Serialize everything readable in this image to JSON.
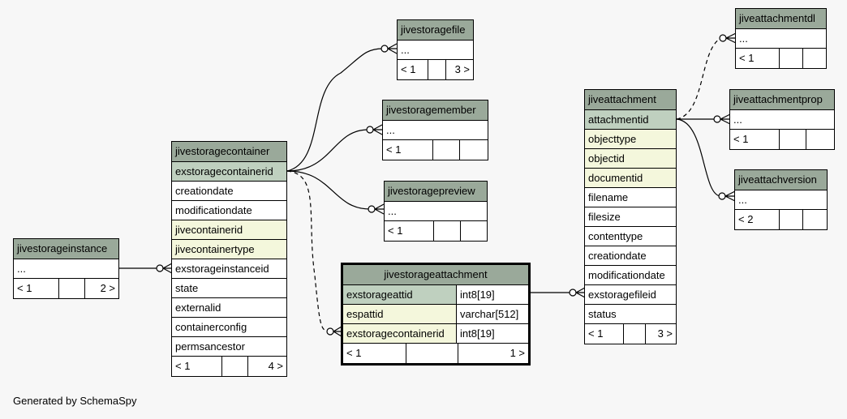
{
  "tables": {
    "jivestorageinstance": {
      "title": "jivestorageinstance",
      "rows": [
        {
          "name": "..."
        }
      ],
      "footer": {
        "left": "< 1",
        "mid": "",
        "right": "2 >"
      }
    },
    "jivestoragecontainer": {
      "title": "jivestoragecontainer",
      "rows": [
        {
          "name": "exstoragecontainerid",
          "kind": "pk"
        },
        {
          "name": "creationdate"
        },
        {
          "name": "modificationdate"
        },
        {
          "name": "jivecontainerid",
          "kind": "fk"
        },
        {
          "name": "jivecontainertype",
          "kind": "fk"
        },
        {
          "name": "exstorageinstanceid"
        },
        {
          "name": "state"
        },
        {
          "name": "externalid"
        },
        {
          "name": "containerconfig"
        },
        {
          "name": "permsancestor"
        }
      ],
      "footer": {
        "left": "< 1",
        "mid": "",
        "right": "4 >"
      }
    },
    "jivestoragefile": {
      "title": "jivestoragefile",
      "rows": [
        {
          "name": "..."
        }
      ],
      "footer": {
        "left": "< 1",
        "mid": "",
        "right": "3 >"
      }
    },
    "jivestoragemember": {
      "title": "jivestoragemember",
      "rows": [
        {
          "name": "..."
        }
      ],
      "footer": {
        "left": "< 1",
        "mid": "",
        "right": ""
      }
    },
    "jivestoragepreview": {
      "title": "jivestoragepreview",
      "rows": [
        {
          "name": "..."
        }
      ],
      "footer": {
        "left": "< 1",
        "mid": "",
        "right": ""
      }
    },
    "jivestorageattachment": {
      "title": "jivestorageattachment",
      "rows": [
        {
          "name": "exstorageattid",
          "type": "int8[19]",
          "kind": "pk"
        },
        {
          "name": "espattid",
          "type": "varchar[512]",
          "kind": "fk"
        },
        {
          "name": "exstoragecontainerid",
          "type": "int8[19]",
          "kind": "fk"
        }
      ],
      "footer": {
        "left": "< 1",
        "mid": "",
        "right": "1 >"
      }
    },
    "jiveattachment": {
      "title": "jiveattachment",
      "rows": [
        {
          "name": "attachmentid",
          "kind": "pk"
        },
        {
          "name": "objecttype",
          "kind": "fk"
        },
        {
          "name": "objectid",
          "kind": "fk"
        },
        {
          "name": "documentid",
          "kind": "fk"
        },
        {
          "name": "filename"
        },
        {
          "name": "filesize"
        },
        {
          "name": "contenttype"
        },
        {
          "name": "creationdate"
        },
        {
          "name": "modificationdate"
        },
        {
          "name": "exstoragefileid"
        },
        {
          "name": "status"
        }
      ],
      "footer": {
        "left": "< 1",
        "mid": "",
        "right": "3 >"
      }
    },
    "jiveattachmentdl": {
      "title": "jiveattachmentdl",
      "rows": [
        {
          "name": "..."
        }
      ],
      "footer": {
        "left": "< 1",
        "mid": "",
        "right": ""
      }
    },
    "jiveattachmentprop": {
      "title": "jiveattachmentprop",
      "rows": [
        {
          "name": "..."
        }
      ],
      "footer": {
        "left": "< 1",
        "mid": "",
        "right": ""
      }
    },
    "jiveattachversion": {
      "title": "jiveattachversion",
      "rows": [
        {
          "name": "..."
        }
      ],
      "footer": {
        "left": "< 2",
        "mid": "",
        "right": ""
      }
    }
  },
  "footer_note": "Generated by SchemaSpy"
}
